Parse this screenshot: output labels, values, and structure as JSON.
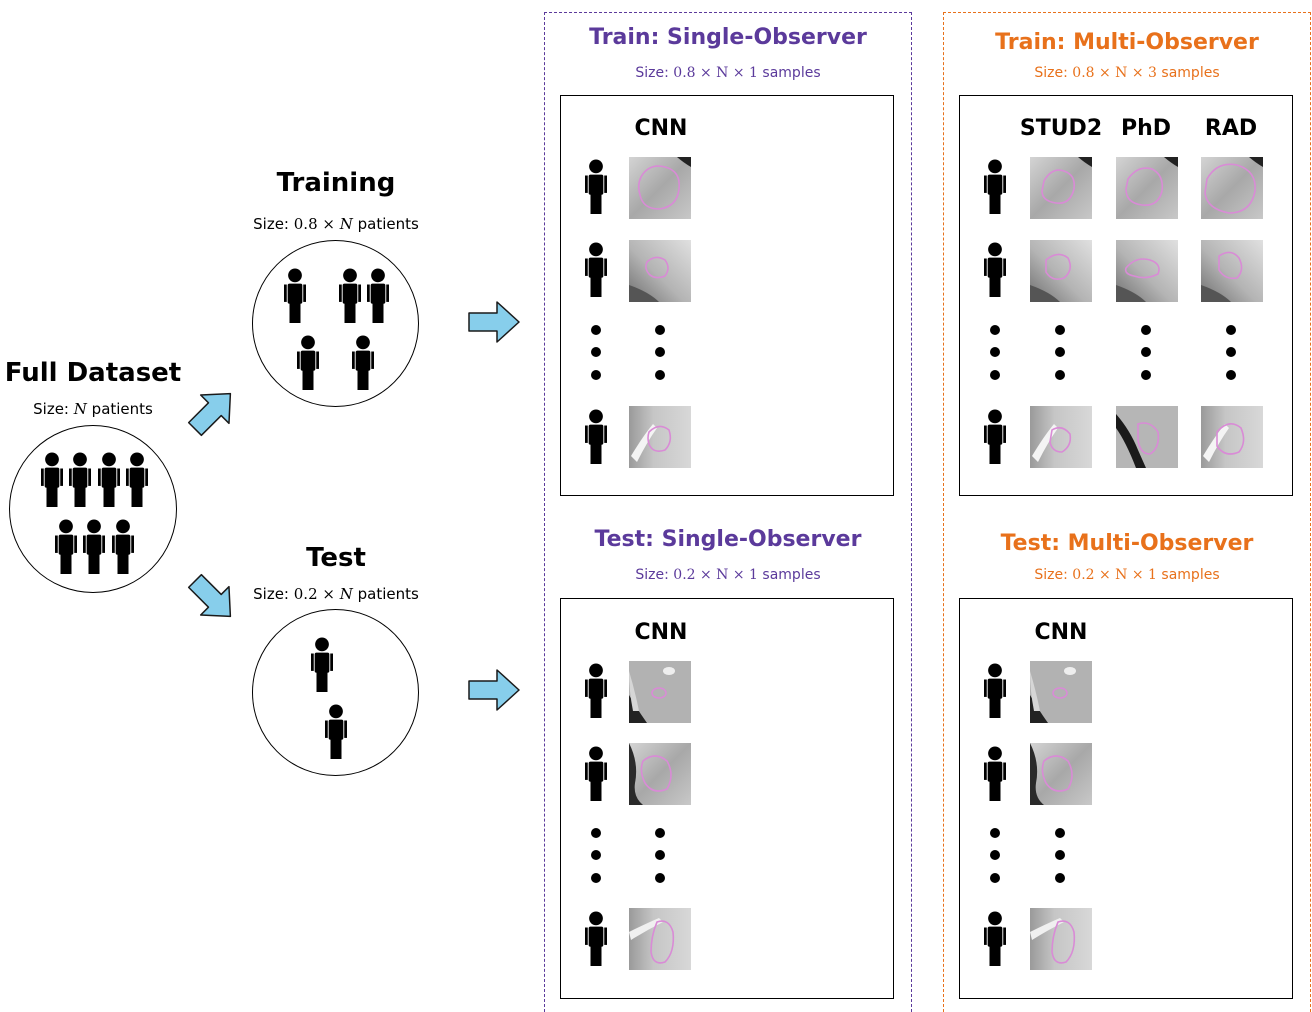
{
  "colors": {
    "single": "#5b3a9b",
    "multi": "#e8711b",
    "arrow_fill": "#87ceeb",
    "contour": "#d98bd6"
  },
  "full_dataset": {
    "title": "Full Dataset",
    "size_prefix": "Size:",
    "size_var": "N",
    "size_suffix": "patients"
  },
  "training": {
    "title": "Training",
    "size_prefix": "Size:",
    "size_coef": "0.8 ×",
    "size_var": "N",
    "size_suffix": "patients"
  },
  "test": {
    "title": "Test",
    "size_prefix": "Size:",
    "size_coef": "0.2 ×",
    "size_var": "N",
    "size_suffix": "patients"
  },
  "train_single": {
    "title": "Train:  Single-Observer",
    "size_prefix": "Size:",
    "size_expr": "0.8 × N × 1",
    "size_suffix": "samples",
    "columns": [
      "CNN"
    ]
  },
  "train_multi": {
    "title": "Train:  Multi-Observer",
    "size_prefix": "Size:",
    "size_expr": "0.8 × N × 3",
    "size_suffix": "samples",
    "columns": [
      "STUD2",
      "PhD",
      "RAD"
    ]
  },
  "test_single": {
    "title": "Test:  Single-Observer",
    "size_prefix": "Size:",
    "size_expr": "0.2 × N × 1",
    "size_suffix": "samples",
    "columns": [
      "CNN"
    ]
  },
  "test_multi": {
    "title": "Test:  Multi-Observer",
    "size_prefix": "Size:",
    "size_expr": "0.2 × N × 1",
    "size_suffix": "samples",
    "columns": [
      "CNN"
    ]
  }
}
